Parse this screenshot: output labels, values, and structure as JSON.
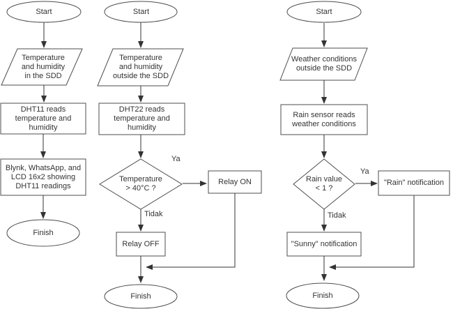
{
  "figure": {
    "name": "system-flowcharts",
    "background": "#ffffff",
    "stroke_color": "#333333",
    "text_color": "#333333"
  },
  "diagram": {
    "type": "flowchart",
    "charts": [
      {
        "name": "inside-sdd-monitoring",
        "start": "Start",
        "input_lines": [
          "Temperature",
          "and humidity",
          "in the SDD"
        ],
        "process_lines": [
          "DHT11 reads",
          "temperature and humidity"
        ],
        "output_lines": [
          "Blynk, WhatsApp, and",
          "LCD 16x2 showing",
          "DHT11 readings"
        ],
        "finish": "Finish"
      },
      {
        "name": "outside-temperature-control",
        "start": "Start",
        "input_lines": [
          "Temperature",
          "and humidity",
          "outside the SDD"
        ],
        "process_lines": [
          "DHT22 reads",
          "temperature and humidity"
        ],
        "decision_lines": [
          "Temperature",
          "> 40°C ?"
        ],
        "yes_label": "Ya",
        "no_label": "Tidak",
        "yes_action": "Relay ON",
        "no_action": "Relay OFF",
        "finish": "Finish"
      },
      {
        "name": "rain-detection",
        "start": "Start",
        "input_lines": [
          "Weather conditions",
          "outside the SDD"
        ],
        "process_lines": [
          "Rain sensor reads",
          "weather conditions"
        ],
        "decision_lines": [
          "Rain value",
          "< 1 ?"
        ],
        "yes_label": "Ya",
        "no_label": "Tidak",
        "yes_action": "\"Rain\" notification",
        "no_action": "\"Sunny\" notification",
        "finish": "Finish"
      }
    ]
  }
}
